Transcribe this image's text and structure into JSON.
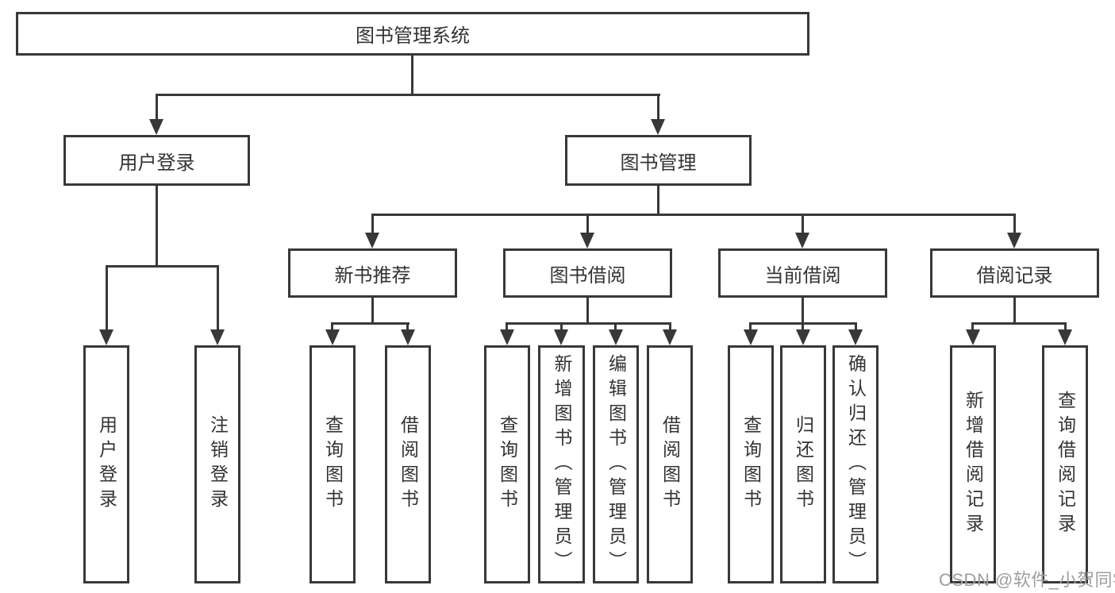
{
  "colors": {
    "background": "#ffffff",
    "line": "#383838",
    "box_border": "#383838",
    "text": "#333333",
    "watermark": "#9e9e9e"
  },
  "tree": {
    "root": {
      "label": "图书管理系统"
    },
    "branches": [
      {
        "label": "用户登录",
        "children": [
          {
            "label": "用户登录"
          },
          {
            "label": "注销登录"
          }
        ]
      },
      {
        "label": "图书管理",
        "children": [
          {
            "label": "新书推荐",
            "children": [
              {
                "label": "查询图书"
              },
              {
                "label": "借阅图书"
              }
            ]
          },
          {
            "label": "图书借阅",
            "children": [
              {
                "label": "查询图书"
              },
              {
                "label": "新增图书（管理员）"
              },
              {
                "label": "编辑图书（管理员）"
              },
              {
                "label": "借阅图书"
              }
            ]
          },
          {
            "label": "当前借阅",
            "children": [
              {
                "label": "查询图书"
              },
              {
                "label": "归还图书"
              },
              {
                "label": "确认归还（管理员）"
              }
            ]
          },
          {
            "label": "借阅记录",
            "children": [
              {
                "label": "新增借阅记录"
              },
              {
                "label": "查询借阅记录"
              }
            ]
          }
        ]
      }
    ]
  },
  "watermark": {
    "text": "CSDN @软件_小贺同学"
  }
}
